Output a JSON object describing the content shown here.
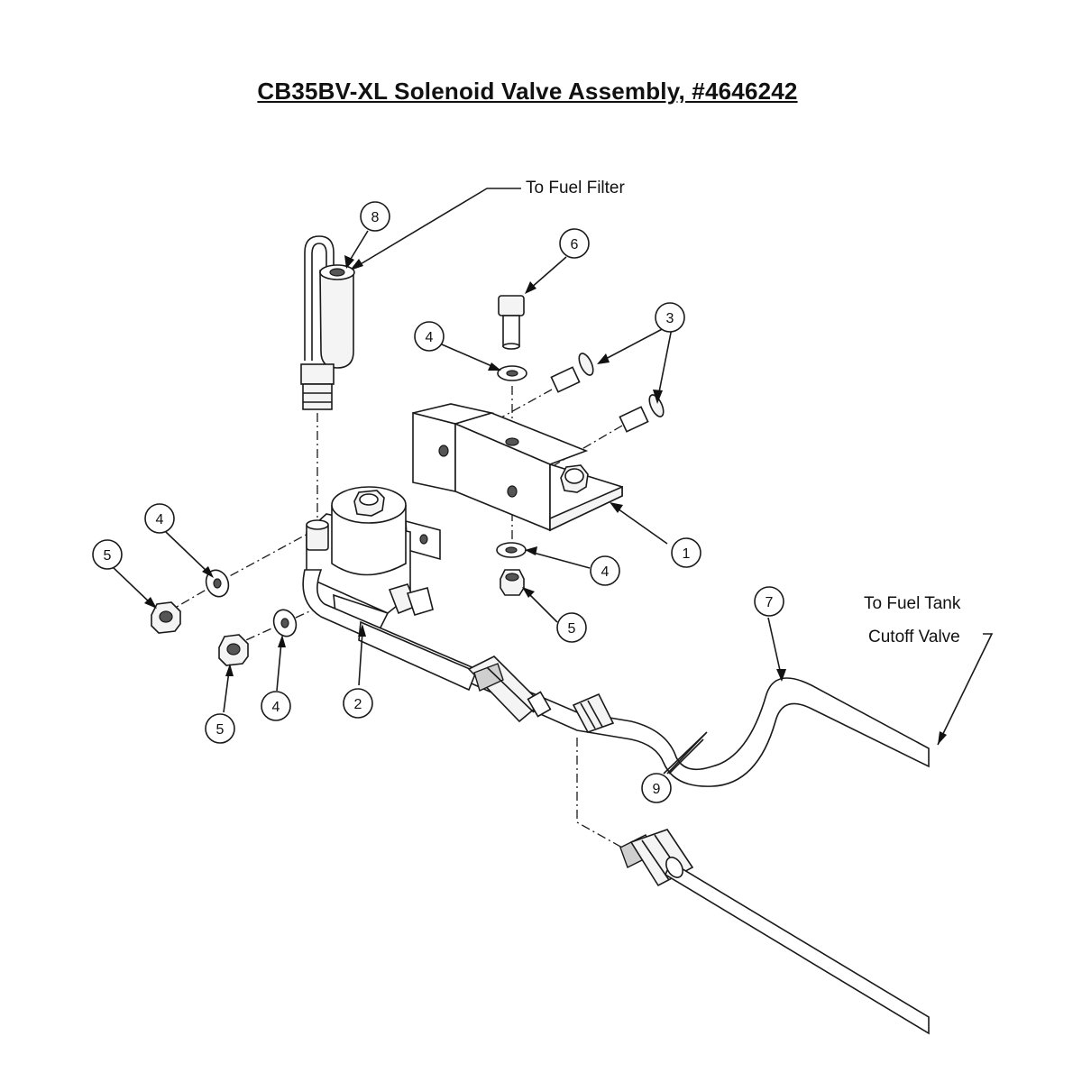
{
  "title": "CB35BV-XL Solenoid Valve Assembly, #4646242",
  "notes": {
    "fuel_filter": "To Fuel Filter",
    "fuel_tank_line1": "To Fuel Tank",
    "fuel_tank_line2": "Cutoff Valve"
  },
  "balloons": {
    "b8": "8",
    "b6": "6",
    "b3": "3",
    "b4_top": "4",
    "b4_left": "4",
    "b5_left": "5",
    "b1": "1",
    "b4_right": "4",
    "b5_right": "5",
    "b7": "7",
    "b2": "2",
    "b4_bottom": "4",
    "b5_bottom": "5",
    "b9": "9"
  }
}
